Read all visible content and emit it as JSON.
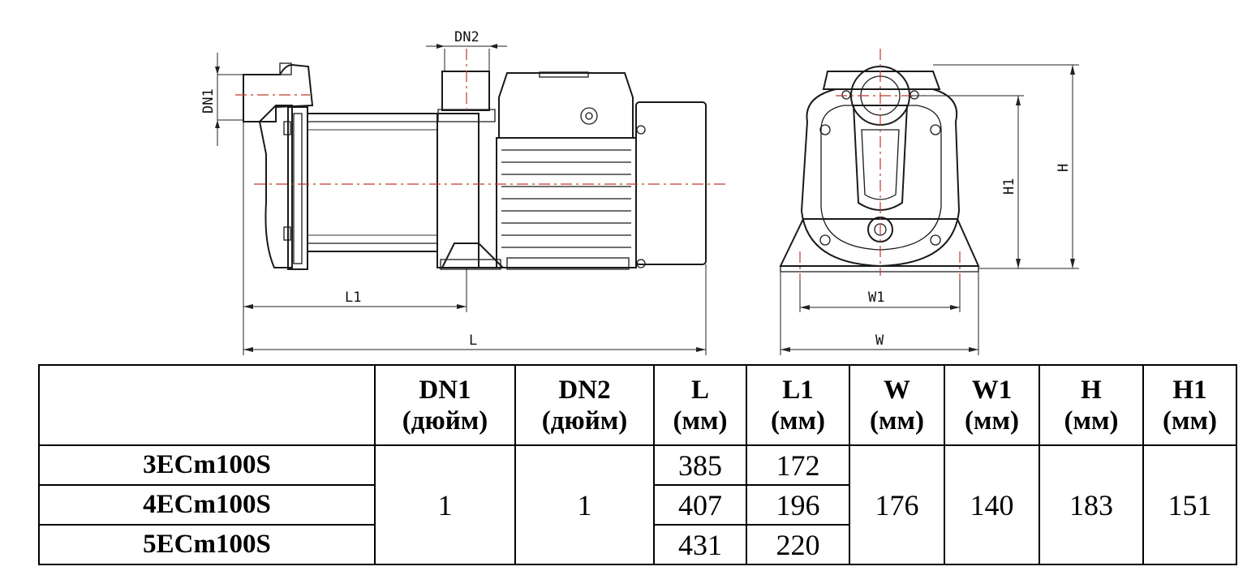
{
  "drawing": {
    "side_view_labels": {
      "dn1": "DN1",
      "dn2": "DN2",
      "l1": "L1",
      "l": "L"
    },
    "front_view_labels": {
      "h1": "H1",
      "h": "H",
      "w1": "W1",
      "w": "W"
    },
    "centerline_color": "#c0392b"
  },
  "table": {
    "headers": [
      {
        "name": "DN1",
        "unit": "(дюйм)"
      },
      {
        "name": "DN2",
        "unit": "(дюйм)"
      },
      {
        "name": "L",
        "unit": "(мм)"
      },
      {
        "name": "L1",
        "unit": "(мм)"
      },
      {
        "name": "W",
        "unit": "(мм)"
      },
      {
        "name": "W1",
        "unit": "(мм)"
      },
      {
        "name": "H",
        "unit": "(мм)"
      },
      {
        "name": "H1",
        "unit": "(мм)"
      }
    ],
    "rows": [
      {
        "model": "3ECm100S",
        "L": "385",
        "L1": "172"
      },
      {
        "model": "4ECm100S",
        "L": "407",
        "L1": "196"
      },
      {
        "model": "5ECm100S",
        "L": "431",
        "L1": "220"
      }
    ],
    "shared": {
      "DN1": "1",
      "DN2": "1",
      "W": "176",
      "W1": "140",
      "H": "183",
      "H1": "151"
    }
  }
}
